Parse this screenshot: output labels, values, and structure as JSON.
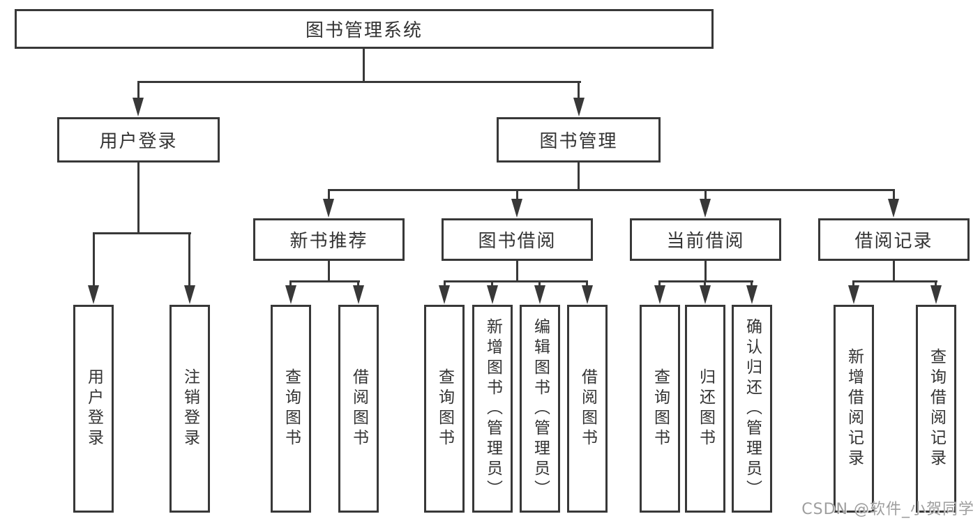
{
  "tree": {
    "root": "图书管理系统",
    "user_login": {
      "label": "用户登录",
      "children": [
        "用户登录",
        "注销登录"
      ]
    },
    "book_mgmt": {
      "label": "图书管理",
      "children": {
        "new_book_rec": {
          "label": "新书推荐",
          "children": [
            "查询图书",
            "借阅图书"
          ]
        },
        "book_borrow": {
          "label": "图书借阅",
          "children": [
            "查询图书",
            "新增图书（管理员）",
            "编辑图书（管理员）",
            "借阅图书"
          ]
        },
        "current_borrow": {
          "label": "当前借阅",
          "children": [
            "查询图书",
            "归还图书",
            "确认归还（管理员）"
          ]
        },
        "borrow_record": {
          "label": "借阅记录",
          "children": [
            "新增借阅记录",
            "查询借阅记录"
          ]
        }
      }
    }
  },
  "watermark": "CSDN @软件_小贺同学",
  "colors": {
    "line": "#383838",
    "text": "#333333",
    "box_background": "#ffffff",
    "watermark": "#9e9e9e"
  }
}
